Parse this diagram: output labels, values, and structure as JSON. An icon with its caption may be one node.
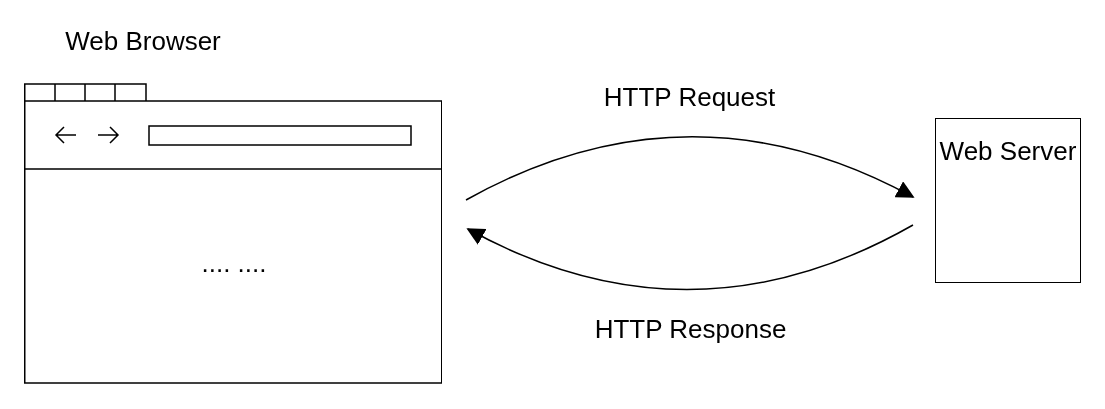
{
  "diagram": {
    "nodes": [
      {
        "text": [
          "Web Browser",
          ".... ...."
        ]
      },
      {
        "text": [
          "Web Server"
        ]
      }
    ],
    "edges": [
      {
        "from": 0,
        "to": 1,
        "arrow": "to",
        "label": "HTTP Request"
      },
      {
        "from": 1,
        "to": 0,
        "arrow": "to",
        "label": "HTTP Response"
      }
    ]
  }
}
